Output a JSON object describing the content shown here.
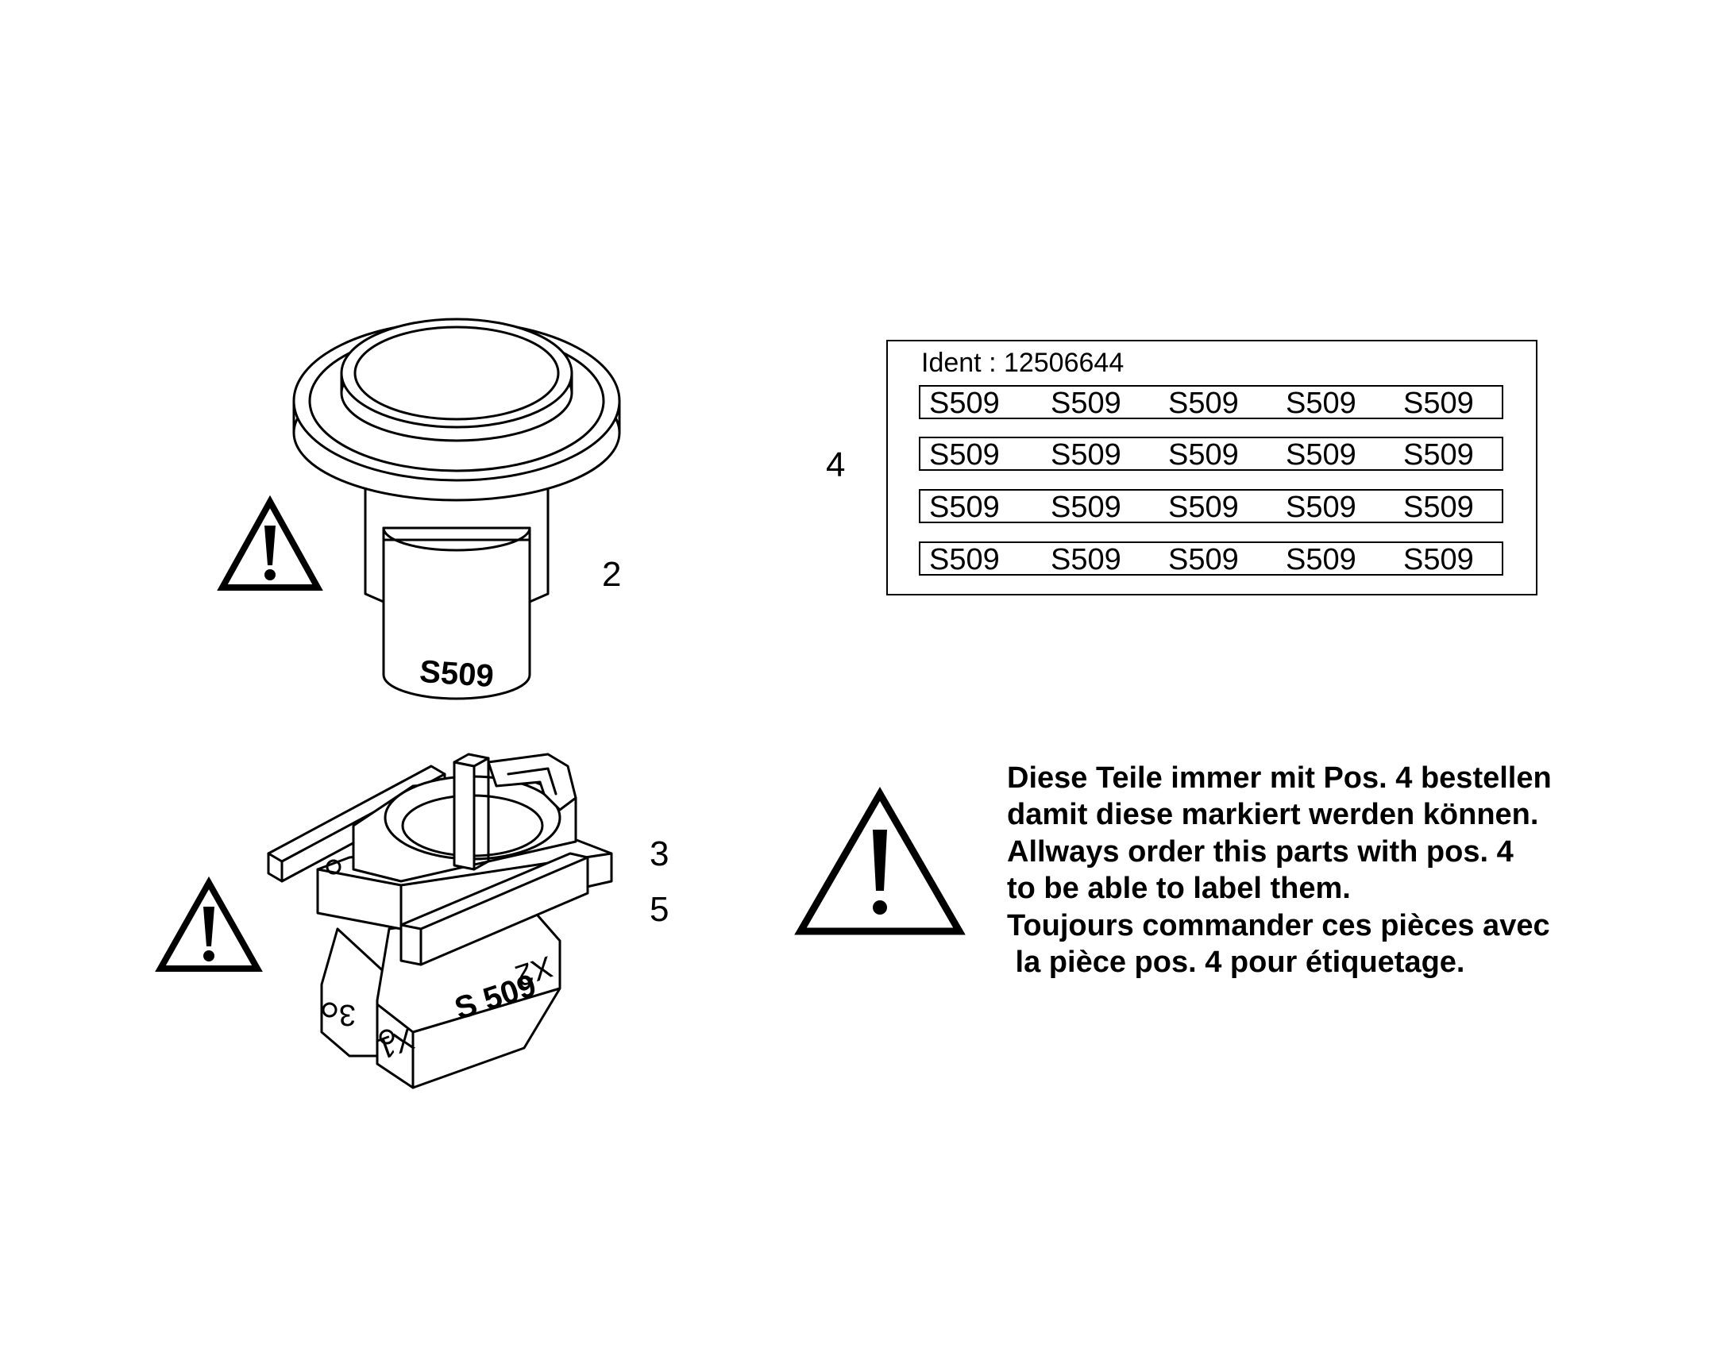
{
  "callouts": {
    "pos2": "2",
    "pos3": "3",
    "pos4": "4",
    "pos5": "5"
  },
  "button": {
    "marking": "S509"
  },
  "contact_block": {
    "marking": "S 509",
    "terminal_x1": "X1",
    "terminal_x2": "X2",
    "terminal_3": "3"
  },
  "label_sheet": {
    "ident": "Ident : 12506644",
    "rows": [
      [
        "S509",
        "S509",
        "S509",
        "S509",
        "S509"
      ],
      [
        "S509",
        "S509",
        "S509",
        "S509",
        "S509"
      ],
      [
        "S509",
        "S509",
        "S509",
        "S509",
        "S509"
      ],
      [
        "S509",
        "S509",
        "S509",
        "S509",
        "S509"
      ]
    ]
  },
  "note": {
    "lines": [
      "Diese Teile immer mit Pos. 4 bestellen",
      "damit diese markiert werden können.",
      "Allways order this parts with pos. 4",
      "to be able to label them.",
      "Toujours commander ces pièces avec",
      " la pièce pos. 4 pour étiquetage."
    ]
  },
  "icons": [
    "warning-triangle-icon"
  ]
}
